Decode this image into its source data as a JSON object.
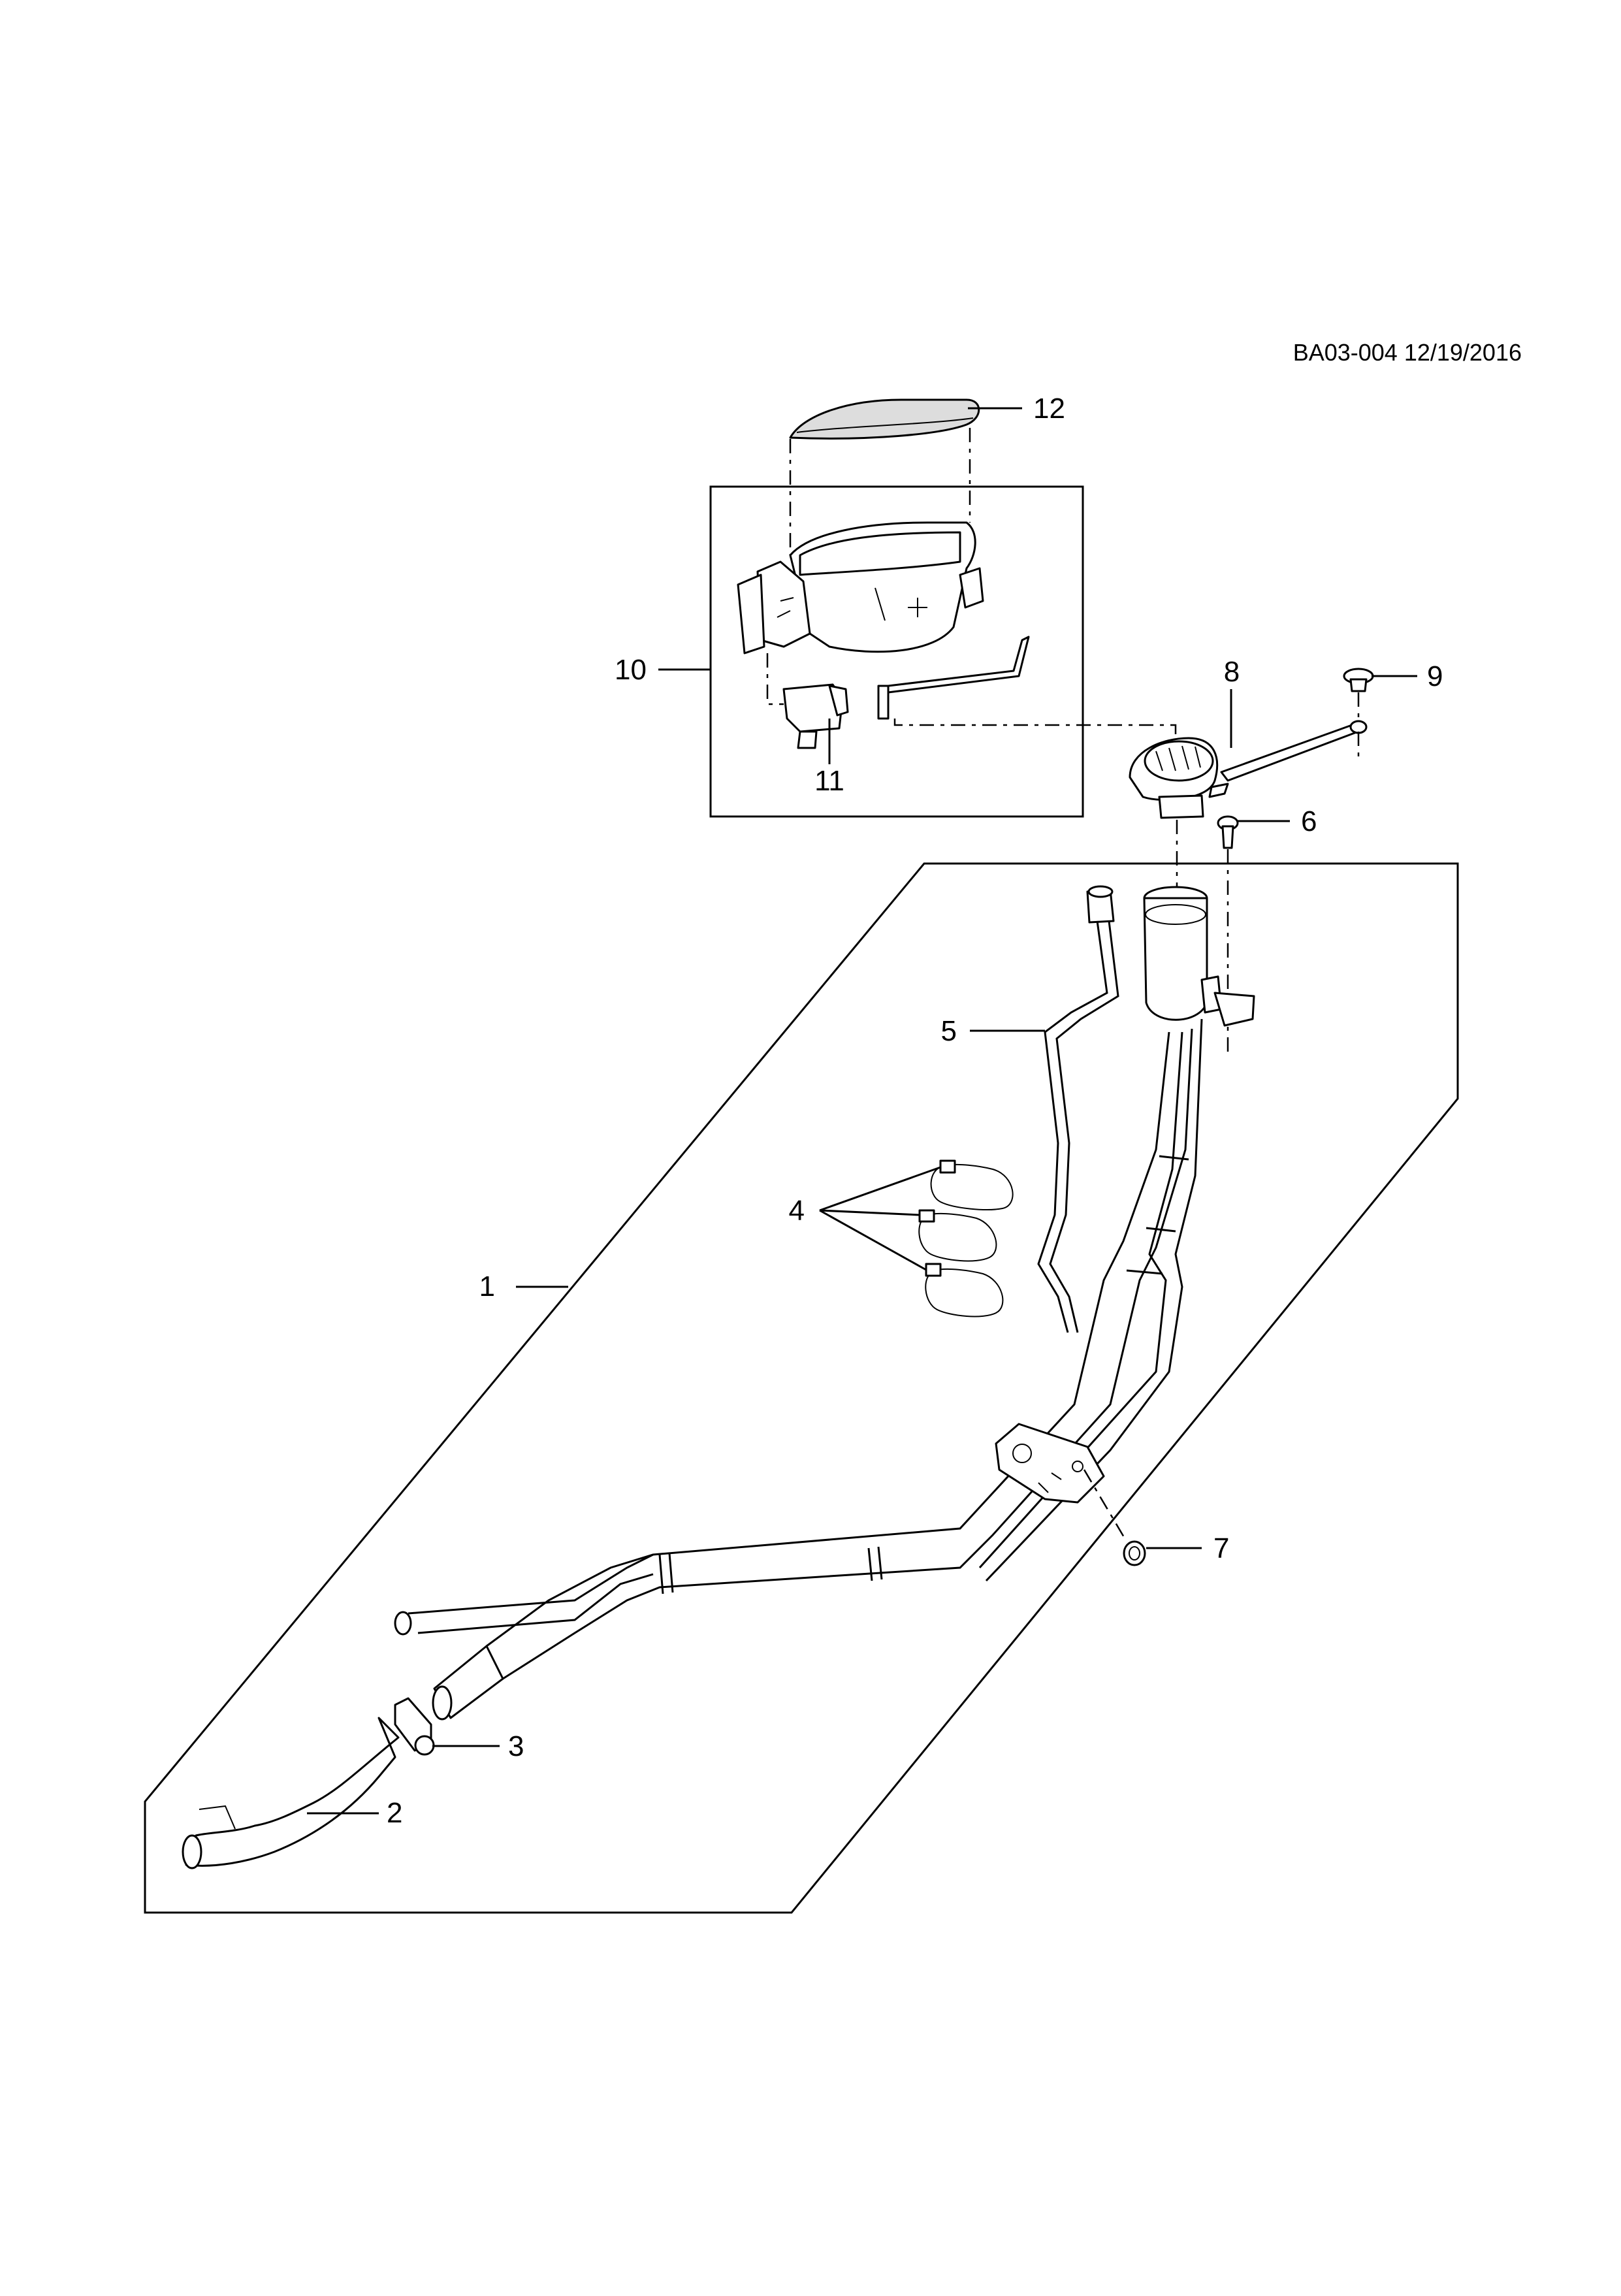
{
  "header": {
    "reference": "BA03-004 12/19/2016"
  },
  "callouts": {
    "c1": "1",
    "c2": "2",
    "c3": "3",
    "c4": "4",
    "c5": "5",
    "c6": "6",
    "c7": "7",
    "c8": "8",
    "c9": "9",
    "c10": "10",
    "c11": "11",
    "c12": "12"
  }
}
